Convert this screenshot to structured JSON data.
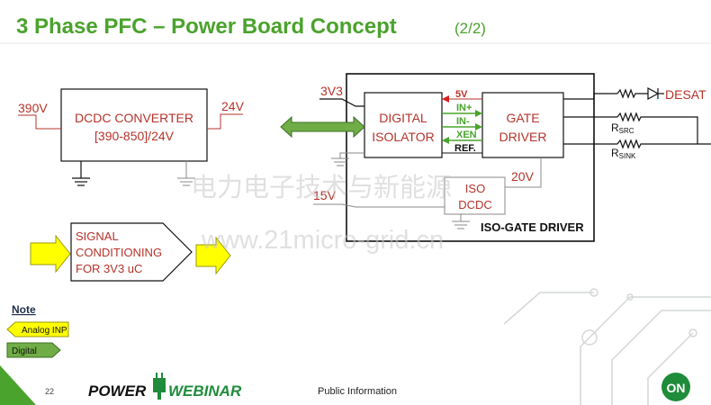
{
  "slide": {
    "title": "3 Phase PFC – Power Board Concept",
    "subtitle": "(2/2)",
    "page_number": "22",
    "footer_text": "Public Information",
    "logo_left": "POWER",
    "logo_right": "WEBINAR",
    "logo_corner": "ON",
    "watermark_cn": "电力电子技术与新能源",
    "watermark_url": "www.21micro-grid.cn"
  },
  "dcdc": {
    "input_label": "390V",
    "output_label": "24V",
    "line1": "DCDC CONVERTER",
    "line2": "[390-850]/24V"
  },
  "isolator": {
    "supply_label": "3V3",
    "line1": "DIGITAL",
    "line2": "ISOLATOR"
  },
  "signals": {
    "v5": "5V",
    "in_plus": "IN+",
    "in_minus": "IN-",
    "xen": "XEN",
    "ref": "REF."
  },
  "gate_driver": {
    "line1": "GATE",
    "line2": "DRIVER",
    "v20": "20V",
    "desat": "DESAT",
    "rsrc_main": "R",
    "rsrc_sub": "SRC",
    "rsink_main": "R",
    "rsink_sub": "SINK",
    "module_light": "ISO-GATE ",
    "module_bold": "DRIVER"
  },
  "iso_dcdc": {
    "supply_label": "15V",
    "line1": "ISO",
    "line2": "DCDC"
  },
  "signal_cond": {
    "line1": "SIGNAL",
    "line2": "CONDITIONING",
    "line3": "FOR 3V3 uC"
  },
  "legend": {
    "heading": "Note",
    "analog": "Analog INP",
    "digital": "Digital"
  },
  "colors": {
    "title_green": "#4aa32c",
    "label_red": "#b5332a",
    "arrow_yellow": "#ffff00",
    "arrow_green": "#70ad47",
    "footer_green": "#1e8c3a"
  }
}
